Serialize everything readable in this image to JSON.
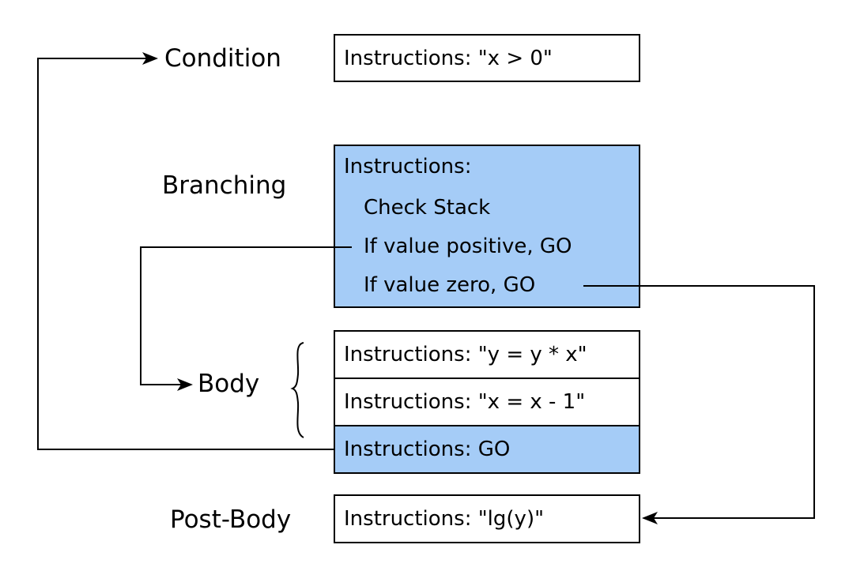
{
  "labels": {
    "condition": "Condition",
    "branching": "Branching",
    "body": "Body",
    "post_body": "Post-Body"
  },
  "condition_box": {
    "text": "Instructions: \"x > 0\""
  },
  "branching_box": {
    "header": "Instructions:",
    "lines": [
      "Check Stack",
      "If value positive, GO",
      "If value zero, GO"
    ],
    "color": "#a5ccf7"
  },
  "body_boxes": [
    {
      "text": "Instructions: \"y = y * x\""
    },
    {
      "text": "Instructions: \"x = x - 1\""
    },
    {
      "text": "Instructions:  GO"
    }
  ],
  "post_body_box": {
    "text": "Instructions: \"lg(y)\""
  }
}
